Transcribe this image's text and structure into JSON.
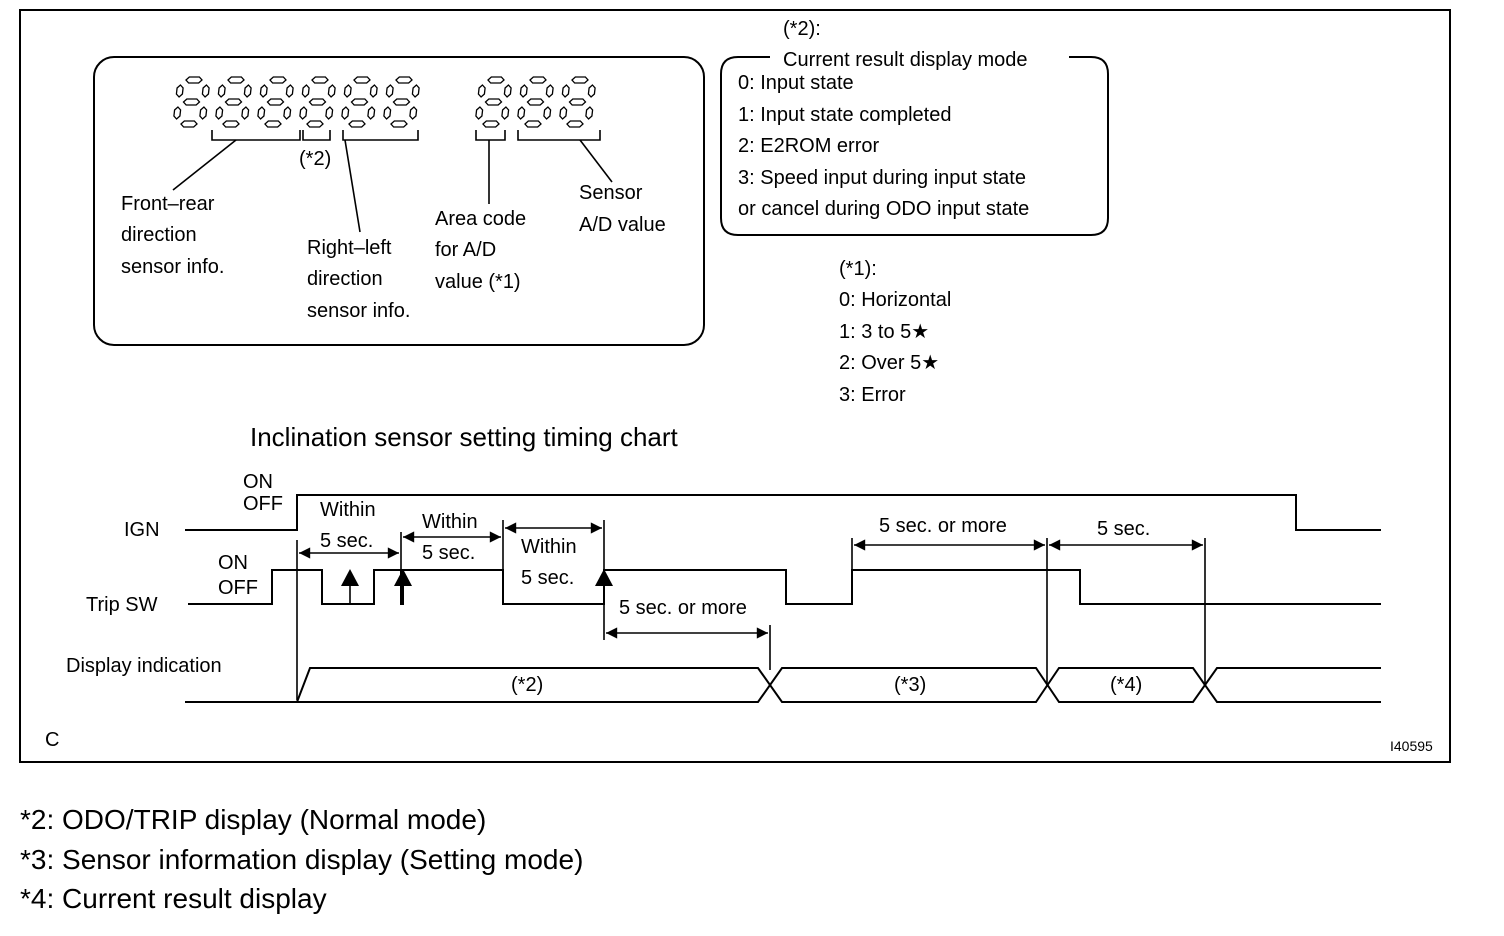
{
  "display_labels": {
    "front_rear": [
      "Front–rear",
      "direction",
      "sensor info."
    ],
    "mode_ref": "(*2)",
    "right_left": [
      "Right–left",
      "direction",
      "sensor info."
    ],
    "area_code": [
      "Area code",
      "for A/D",
      "value (*1)"
    ],
    "sensor_ad": [
      "Sensor",
      "A/D value"
    ]
  },
  "mode_legend": {
    "ref": "(*2):",
    "title": "Current result display mode",
    "items": [
      "0: Input state",
      "1: Input state completed",
      "2: E2ROM error",
      "3: Speed input during input state",
      "or cancel during ODO input state"
    ]
  },
  "area_legend": {
    "ref": "(*1):",
    "items": [
      "0: Horizontal",
      "1: 3 to 5★",
      "2: Over 5★",
      "3: Error"
    ]
  },
  "timing_chart": {
    "title": "Inclination sensor setting timing chart",
    "signals": {
      "ign": "IGN",
      "trip_sw": "Trip SW",
      "display": "Display indication"
    },
    "state_on": "ON",
    "state_off": "OFF",
    "timings": {
      "within_5_a": [
        "Within",
        "5 sec."
      ],
      "within_5_b": [
        "Within",
        "5 sec."
      ],
      "within_5_c": [
        "Within",
        "5 sec."
      ],
      "five_or_more_low": "5 sec. or more",
      "five_or_more_high": "5 sec. or more",
      "five_sec": "5 sec."
    },
    "display_states": [
      "(*2)",
      "(*3)",
      "(*4)"
    ]
  },
  "corner_letter": "C",
  "figure_code": "I40595",
  "footnotes": [
    "*2: ODO/TRIP display (Normal mode)",
    "*3: Sensor information display (Setting mode)",
    "*4: Current result display"
  ]
}
